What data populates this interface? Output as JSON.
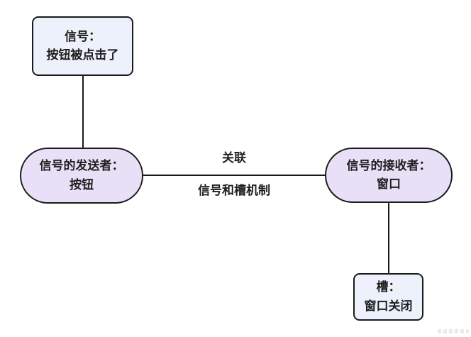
{
  "diagram": {
    "title": "Qt signal-slot mechanism diagram",
    "nodes": {
      "signal": {
        "line1": "信号：",
        "line2": "按钮被点击了"
      },
      "sender": {
        "line1": "信号的发送者：",
        "line2": "按钮"
      },
      "receiver": {
        "line1": "信号的接收者：",
        "line2": "窗口"
      },
      "slot": {
        "line1": "槽：",
        "line2": "窗口关闭"
      }
    },
    "edges": {
      "association": {
        "label_top": "关联",
        "label_bottom": "信号和槽机制"
      }
    },
    "colors": {
      "background": "#ffffff",
      "node_fill_blue": "#edf1fb",
      "node_fill_purple": "#e7e0f7",
      "border": "#1a1a1a",
      "text": "#1f1f1f"
    }
  }
}
